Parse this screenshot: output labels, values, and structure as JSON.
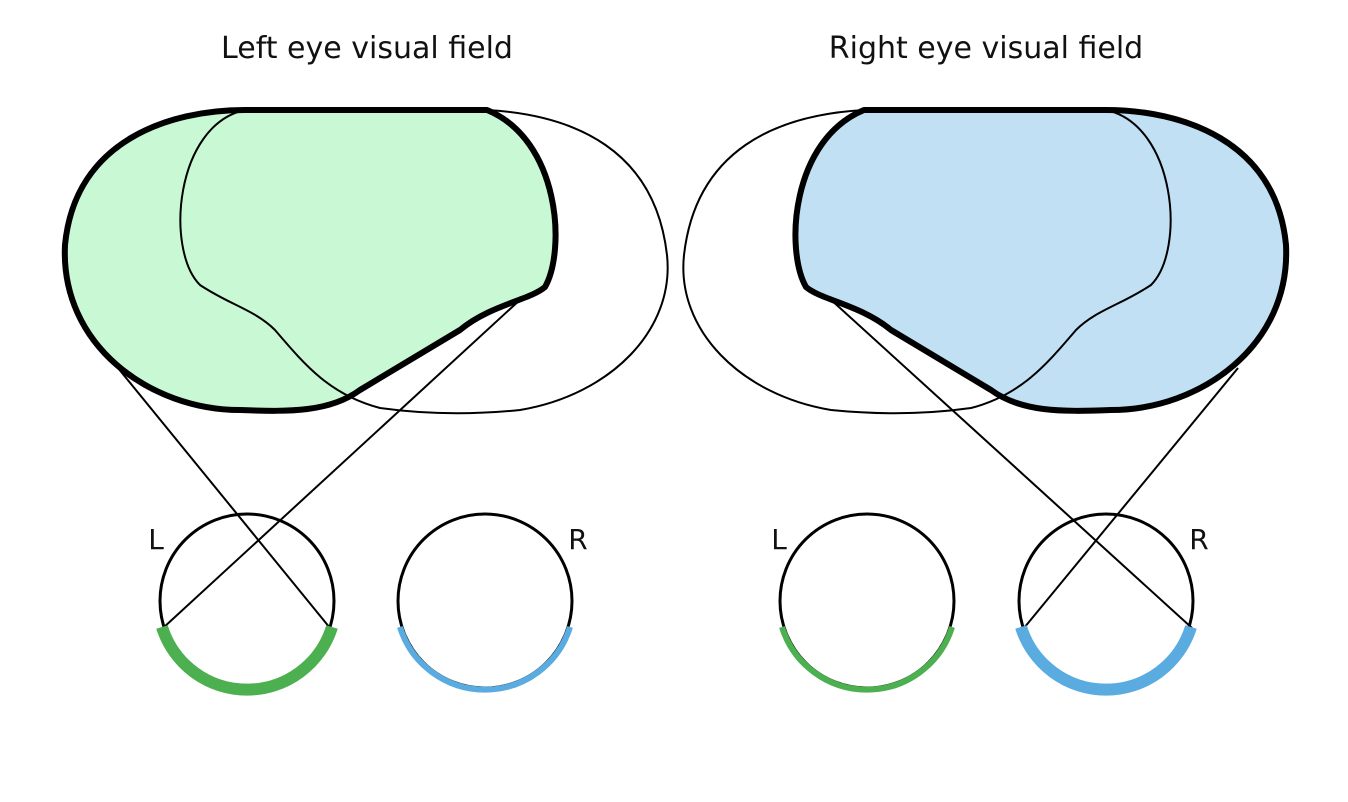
{
  "panels": [
    {
      "title": "Left eye visual field",
      "eye_labels": {
        "left": "L",
        "right": "R"
      },
      "field_color": "#c8f8d4",
      "highlighted_eye": "left"
    },
    {
      "title": "Right eye visual field",
      "eye_labels": {
        "left": "L",
        "right": "R"
      },
      "field_color": "#c2e0f4",
      "highlighted_eye": "right"
    }
  ],
  "colors": {
    "left_retina": "#4caf50",
    "right_retina": "#5aabe0",
    "outline": "#000000"
  }
}
